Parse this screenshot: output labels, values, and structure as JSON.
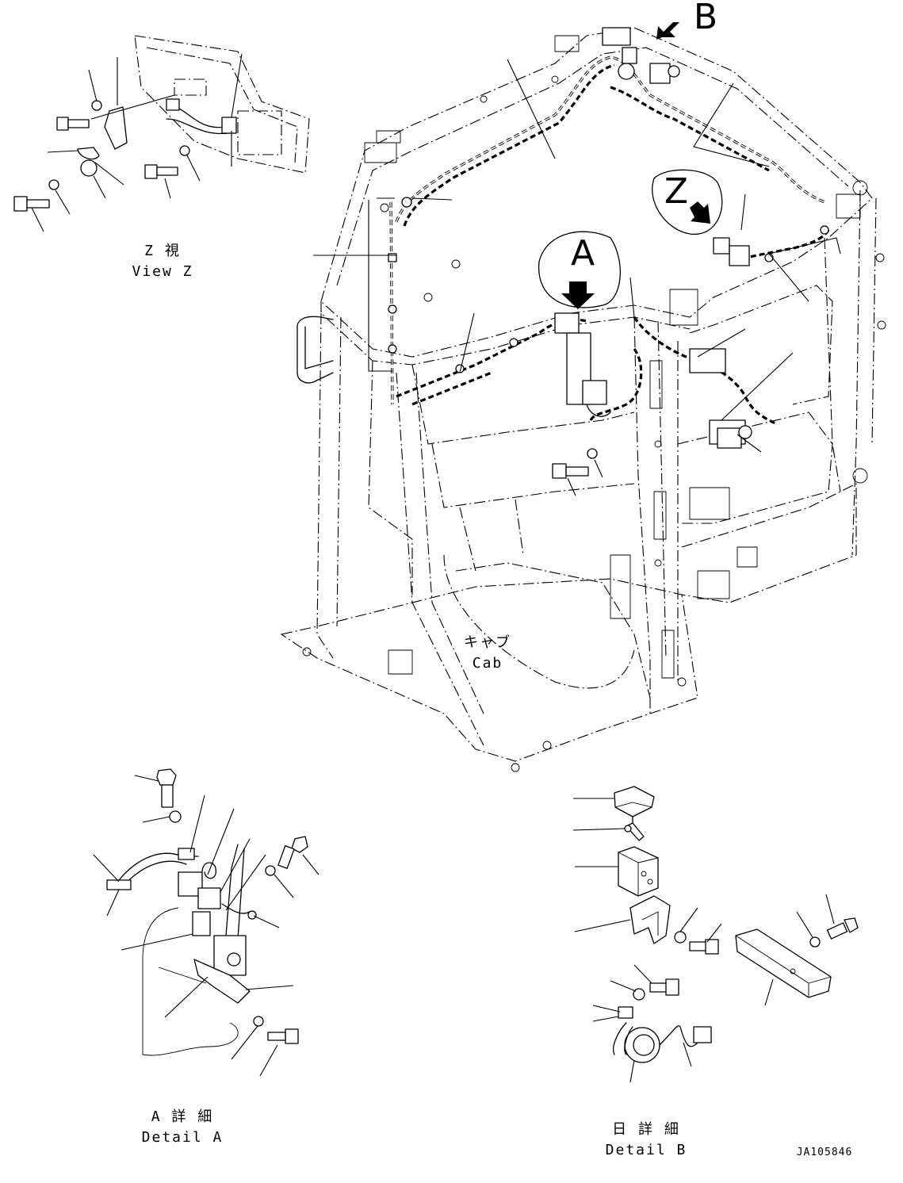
{
  "drawing_code": "JA105846",
  "labels": {
    "view_z_jp": "Z 視",
    "view_z_en": "View Z",
    "cab_jp": "キャブ",
    "cab_en": "Cab",
    "detail_a_jp": "A 詳 細",
    "detail_a_en": "Detail A",
    "detail_b_jp": "日 詳 細",
    "detail_b_en": "Detail B"
  },
  "view_markers": {
    "a": "A",
    "b": "B",
    "z": "Z"
  }
}
